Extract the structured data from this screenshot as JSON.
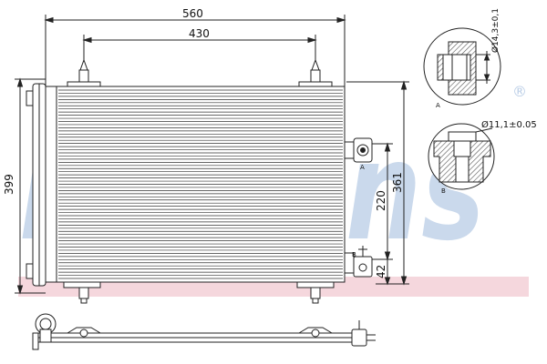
{
  "watermark": {
    "brand": "Nissens",
    "registered_mark": "®",
    "text_color": "#b9cde6",
    "band_color": "#f2c9d2"
  },
  "dimensions": {
    "overall_width": "560",
    "mount_spacing": "430",
    "overall_height": "399",
    "right_height": "361",
    "port_spacing": "220",
    "port_offset": "42"
  },
  "details": {
    "detail_a_diameter": "Ø14,3±0,1",
    "detail_a_label": "A",
    "detail_b_diameter": "Ø11,1±0.05",
    "detail_b_label": "B",
    "port_a_label": "A",
    "port_b_label": "B"
  },
  "colors": {
    "line": "#222222",
    "hatch": "#555555"
  }
}
